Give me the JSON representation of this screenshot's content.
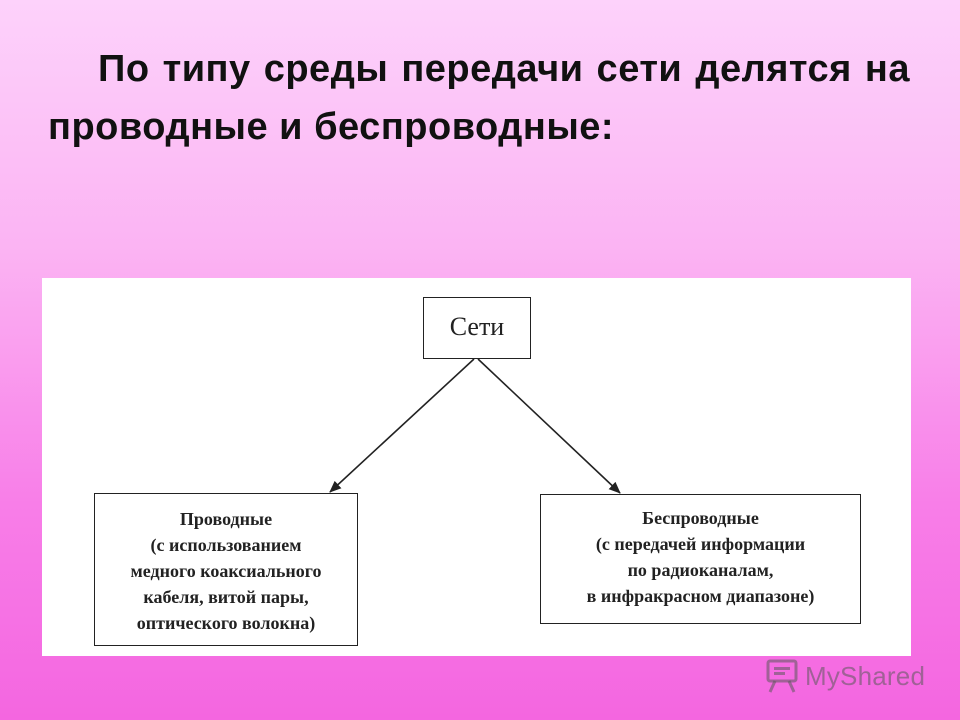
{
  "slide": {
    "heading": "По типу среды передачи сети делятся на проводные и беспроводные:"
  },
  "diagram": {
    "root": {
      "label": "Сети"
    },
    "children": [
      {
        "title": "Проводные",
        "lines": [
          "(с использованием",
          "медного коаксиального",
          "кабеля, витой пары,",
          "оптического волокна)"
        ]
      },
      {
        "title": "Беспроводные",
        "lines": [
          "(с передачей информации",
          "по радиоканалам,",
          "в инфракрасном диапазоне)"
        ]
      }
    ]
  },
  "watermark": {
    "text": "MyShared",
    "icon": "presentation-board-icon",
    "color": "#8a8a8a"
  },
  "colors": {
    "background_top": "#fdd2fb",
    "background_bottom": "#f466e0",
    "diagram_background": "#ffffff",
    "ink": "#222222"
  }
}
